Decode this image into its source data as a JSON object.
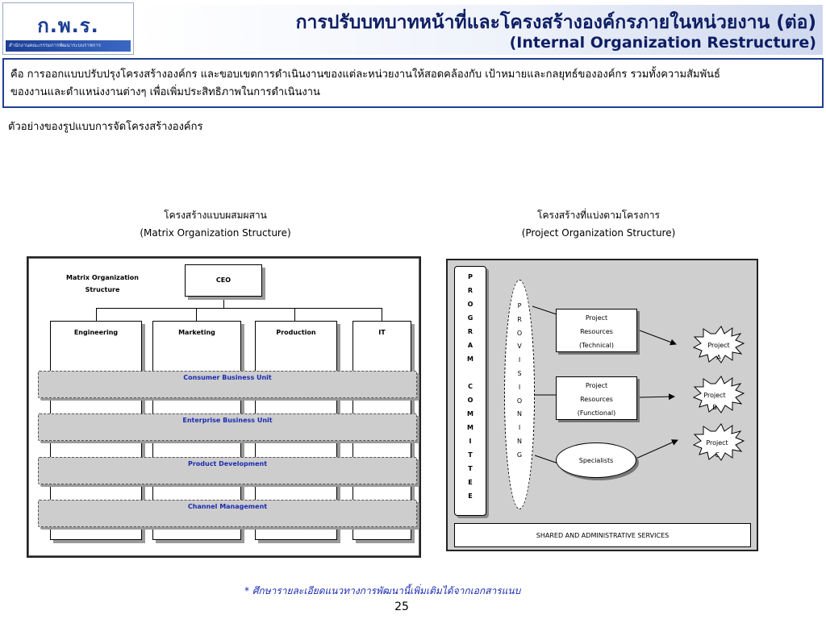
{
  "header": {
    "logo_text": "ก.พ.ร.",
    "logo_subtext": "สำนักงานคณะกรรมการพัฒนาระบบราชการ",
    "title_th": "การปรับบทบาทหน้าที่และโครงสร้างองค์กรภายในหน่วยงาน (ต่อ)",
    "title_en": "(Internal Organization  Restructure)"
  },
  "definition": {
    "line1": "คือ การออกแบบปรับปรุงโครงสร้างองค์กร และขอบเขตการดำเนินงานของแต่ละหน่วยงานให้สอดคล้องกับ เป้าหมายและกลยุทธ์ขององค์กร รวมทั้งความสัมพันธ์",
    "line2": "ของงานและตำแหน่งงานต่างๆ  เพื่อเพิ่มประสิทธิภาพในการดำเนินงาน"
  },
  "subtitle": "ตัวอย่างของรูปแบบการจัดโครงสร้างองค์กร",
  "matrix": {
    "caption_th": "โครงสร้างแบบผสมผสาน",
    "caption_en": "(Matrix Organization Structure)",
    "label_line1": "Matrix Organization",
    "label_line2": "Structure",
    "ceo": "CEO",
    "departments": [
      "Engineering",
      "Marketing",
      "Production",
      "IT"
    ],
    "units": [
      "Consumer Business Unit",
      "Enterprise Business Unit",
      "Product Development",
      "Channel Management"
    ]
  },
  "project": {
    "caption_th": "โครงสร้างที่แบ่งตามโครงการ",
    "caption_en": "(Project Organization Structure)",
    "program_committee": [
      "P",
      "R",
      "O",
      "G",
      "R",
      "A",
      "M",
      "",
      "C",
      "O",
      "M",
      "M",
      "I",
      "T",
      "T",
      "E",
      "E"
    ],
    "provisioning": [
      "P",
      "R",
      "O",
      "V",
      "I",
      "S",
      "I",
      "O",
      "N",
      "I",
      "N",
      "G"
    ],
    "resources_technical": [
      "Project",
      "Resources",
      "(Technical)"
    ],
    "resources_functional": [
      "Project",
      "Resources",
      "(Functional)"
    ],
    "specialists": "Specialists",
    "projects": [
      {
        "line1": "Project",
        "line2": "A"
      },
      {
        "line1": "Project",
        "line2": "B"
      },
      {
        "line1": "Project",
        "line2": "C"
      }
    ],
    "shared": "SHARED AND ADMINISTRATIVE SERVICES"
  },
  "footnote": "* ศึกษารายละเอียดแนวทางการพัฒนานี้เพิ่มเติมได้จากเอกสารแนบ",
  "page_number": "25",
  "colors": {
    "title": "#0e1e63",
    "border": "#1f3f8f",
    "unit_text": "#1a2bb0"
  }
}
